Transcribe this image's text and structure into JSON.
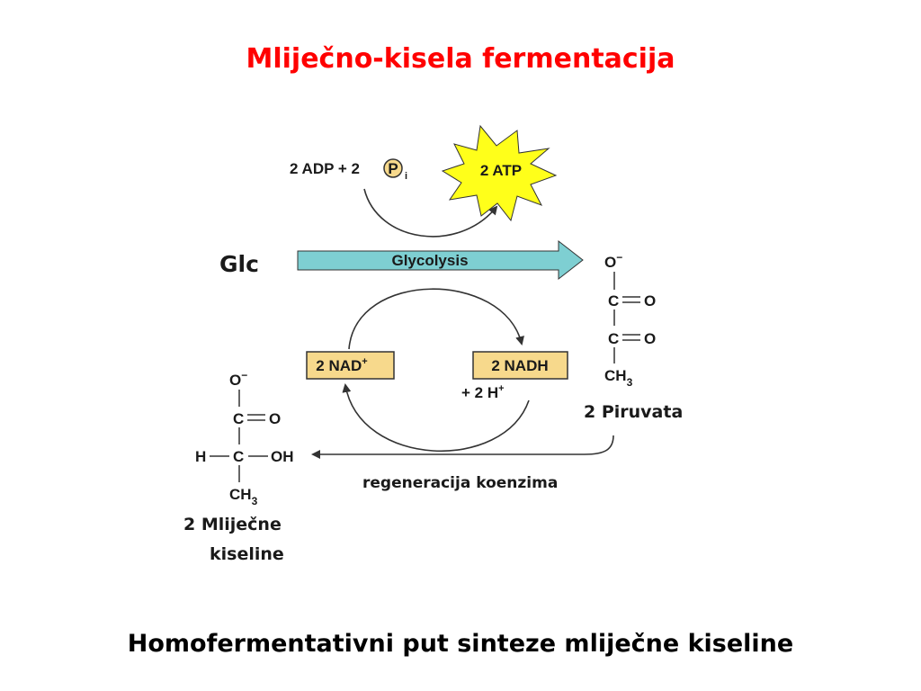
{
  "slide": {
    "title": "Mliječno-kisela fermentacija",
    "subtitle": "Homofermentativni put sinteze mliječne kiseline"
  },
  "diagram": {
    "glucose": "Glc",
    "adp_label": "2 ADP + 2",
    "phosphate_symbol": "P",
    "phosphate_subscript": "i",
    "atp_label": "2 ATP",
    "glycolysis_label": "Glycolysis",
    "nad_label": "2 NAD",
    "nad_charge": "+",
    "nadh_label": "2 NADH",
    "h_label": "+ 2 H",
    "h_charge": "+",
    "pyruvate": {
      "caption": "2 Piruvata",
      "o_minus": "O",
      "minus": "−",
      "c1": "C",
      "o1": "O",
      "c2": "C",
      "o2": "O",
      "ch": "CH",
      "ch_sub": "3"
    },
    "regeneration_label": "regeneracija koenzima",
    "lactate": {
      "caption_line1": "2 Mliječne",
      "caption_line2": "kiseline",
      "o_minus": "O",
      "minus": "−",
      "c1": "C",
      "o1": "O",
      "h": "H",
      "c2": "C",
      "oh": "OH",
      "ch": "CH",
      "ch_sub": "3"
    },
    "colors": {
      "title": "#ff0000",
      "glycolysis_arrow": "#7ecfd2",
      "atp_star": "#ffff1a",
      "cofactor_box": "#f7d98c",
      "line": "#333333"
    }
  }
}
